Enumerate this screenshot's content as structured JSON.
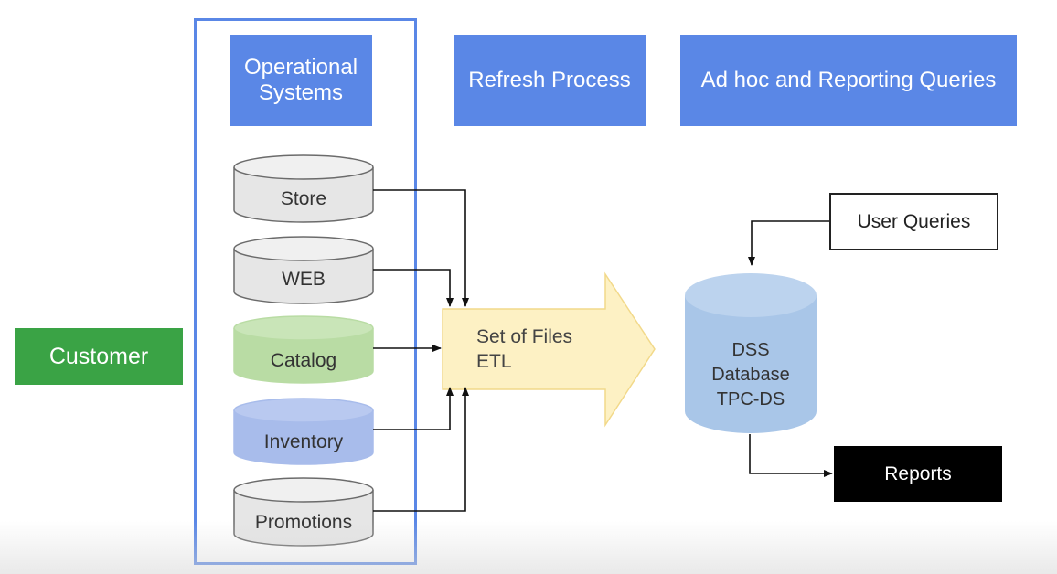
{
  "header": {
    "operational_systems": "Operational Systems",
    "refresh_process": "Refresh Process",
    "adhoc_queries": "Ad hoc and Reporting Queries"
  },
  "customer": {
    "label": "Customer",
    "color": "#3aa345"
  },
  "sources": [
    {
      "label": "Store",
      "color": "#e6e6e6"
    },
    {
      "label": "WEB",
      "color": "#e6e6e6"
    },
    {
      "label": "Catalog",
      "color": "#b9dca4"
    },
    {
      "label": "Inventory",
      "color": "#a8bceb"
    },
    {
      "label": "Promotions",
      "color": "#e6e6e6"
    }
  ],
  "etl": {
    "line1": "Set of Files",
    "line2": "ETL",
    "color": "#fdf1c4"
  },
  "database": {
    "line1": "DSS",
    "line2": "Database",
    "line3": "TPC-DS",
    "color": "#a9c6e8"
  },
  "user_queries": {
    "label": "User Queries"
  },
  "reports": {
    "label": "Reports"
  },
  "colors": {
    "accent_blue": "#5a87e6",
    "connector": "#111111"
  }
}
